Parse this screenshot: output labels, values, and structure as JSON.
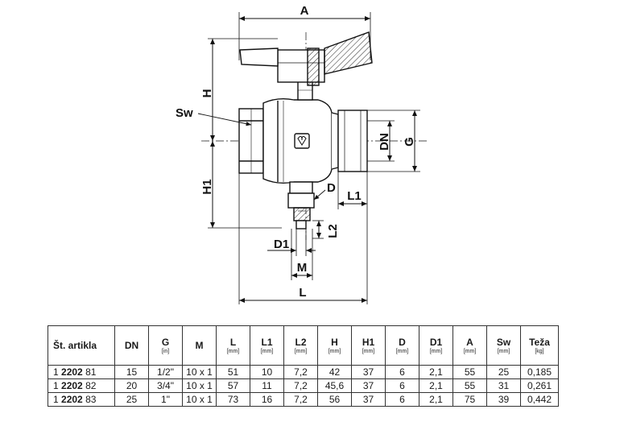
{
  "drawing": {
    "dimensions": {
      "A": "A",
      "H": "H",
      "Sw": "Sw",
      "DN": "DN",
      "G": "G",
      "D": "D",
      "L1": "L1",
      "H1": "H1",
      "L2": "L2",
      "D1": "D1",
      "M": "M",
      "L": "L"
    }
  },
  "table": {
    "headers": [
      {
        "label": "Št. artikla",
        "unit": ""
      },
      {
        "label": "DN",
        "unit": ""
      },
      {
        "label": "G",
        "unit": "[in]"
      },
      {
        "label": "M",
        "unit": ""
      },
      {
        "label": "L",
        "unit": "[mm]"
      },
      {
        "label": "L1",
        "unit": "[mm]"
      },
      {
        "label": "L2",
        "unit": "[mm]"
      },
      {
        "label": "H",
        "unit": "[mm]"
      },
      {
        "label": "H1",
        "unit": "[mm]"
      },
      {
        "label": "D",
        "unit": "[mm]"
      },
      {
        "label": "D1",
        "unit": "[mm]"
      },
      {
        "label": "A",
        "unit": "[mm]"
      },
      {
        "label": "Sw",
        "unit": "[mm]"
      },
      {
        "label": "Teža",
        "unit": "[kg]"
      }
    ],
    "rows": [
      {
        "code_prefix": "1",
        "code_main": "2202",
        "code_suffix": "81",
        "cells": [
          "15",
          "1/2\"",
          "10 x 1",
          "51",
          "10",
          "7,2",
          "42",
          "37",
          "6",
          "2,1",
          "55",
          "25",
          "0,185"
        ]
      },
      {
        "code_prefix": "1",
        "code_main": "2202",
        "code_suffix": "82",
        "cells": [
          "20",
          "3/4\"",
          "10 x 1",
          "57",
          "11",
          "7,2",
          "45,6",
          "37",
          "6",
          "2,1",
          "55",
          "31",
          "0,261"
        ]
      },
      {
        "code_prefix": "1",
        "code_main": "2202",
        "code_suffix": "83",
        "cells": [
          "25",
          "1\"",
          "10 x 1",
          "73",
          "16",
          "7,2",
          "56",
          "37",
          "6",
          "2,1",
          "75",
          "39",
          "0,442"
        ]
      }
    ]
  }
}
